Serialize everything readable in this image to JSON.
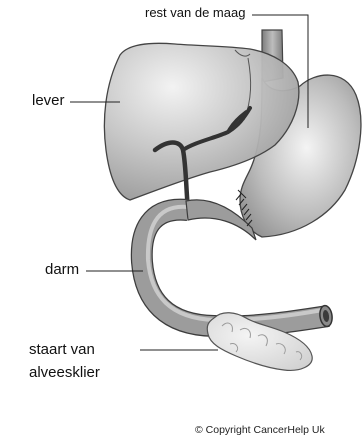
{
  "labels": {
    "stomach_remnant": "rest van de maag",
    "liver": "lever",
    "intestine": "darm",
    "pancreas_tail_line1": "staart van",
    "pancreas_tail_line2": "alveesklier"
  },
  "copyright": "© Copyright CancerHelp Uk",
  "colors": {
    "organ_fill": "#b8b8b8",
    "organ_stroke": "#444444",
    "duct": "#333333",
    "pancreas_fill": "#e2e2e2"
  }
}
